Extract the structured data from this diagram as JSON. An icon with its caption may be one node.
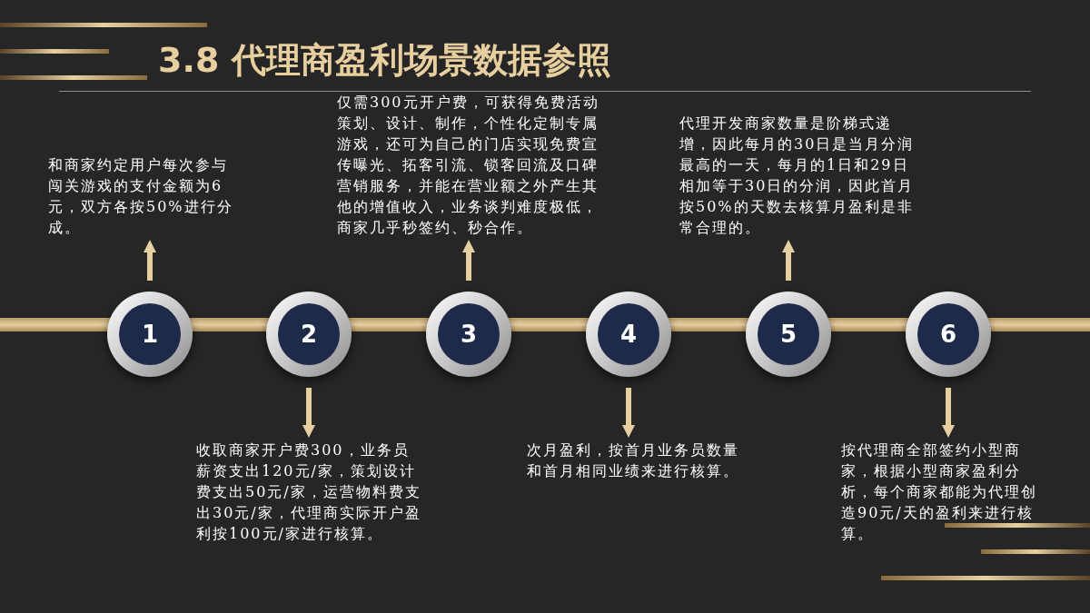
{
  "diagram": {
    "title": "3.8 代理商盈利场景数据参照",
    "nodes": [
      {
        "text": [
          "1"
        ]
      },
      {
        "text": [
          "2"
        ]
      },
      {
        "text": [
          "3"
        ]
      },
      {
        "text": [
          "4"
        ]
      },
      {
        "text": [
          "5"
        ]
      },
      {
        "text": [
          "6"
        ]
      },
      {
        "text": [
          "和商家约定用户每次参与闯关游戏的支付金额为6元，双方各按50%进行分成。"
        ]
      },
      {
        "text": [
          "收取商家开户费300，业务员薪资支出120元/家，策划设计费支出50元/家，运营物料费支出30元/家，代理商实际开户盈利按100元/家进行核算。"
        ]
      },
      {
        "text": [
          "仅需300元开户费，可获得免费活动策划、设计、制作，个性化定制专属游戏，还可为自己的门店实现免费宣传曝光、拓客引流、锁客回流及口碑营销服务，并能在营业额之外产生其他的增值收入，业务谈判难度极低，商家几乎秒签约、秒合作。"
        ]
      },
      {
        "text": [
          "次月盈利，按首月业务员数量和首月相同业绩来进行核算。"
        ]
      },
      {
        "text": [
          "代理开发商家数量是阶梯式递增，因此每月的30日是当月分润最高的一天，每月的1日和29日相加等于30日的分润，因此首月按50%的天数去核算月盈利是非常合理的。"
        ]
      },
      {
        "text": [
          "按代理商全部签约小型商家，根据小型商家盈利分析，每个商家都能为代理创造90元/天的盈利来进行核算。"
        ]
      },
      {
        "text": [],
        "shape": "bar"
      }
    ],
    "edges": [
      {
        "from": 0,
        "to": 6,
        "arrow": "to"
      },
      {
        "from": 1,
        "to": 7,
        "arrow": "to"
      },
      {
        "from": 2,
        "to": 8,
        "arrow": "to"
      },
      {
        "from": 3,
        "to": 9,
        "arrow": "to"
      },
      {
        "from": 4,
        "to": 10,
        "arrow": "to"
      },
      {
        "from": 5,
        "to": 11,
        "arrow": "to"
      }
    ]
  }
}
